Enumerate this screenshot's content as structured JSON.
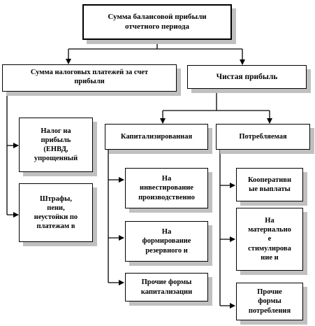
{
  "nodes": {
    "root": "Сумма балансовой прибыли\nотчетного периода",
    "taxes": "Сумма налоговых  платежей за счет\nприбыли",
    "net_profit": "Чистая прибыль",
    "tax_on_profit": "Налог на\nприбыль\n(ЕНВД,\nупрощенный",
    "fines": "Штрафы,\nпени,\nнеустойки по\nплатежам в",
    "capitalized": "Капитализированная",
    "consumed": "Потребляемая",
    "investment": "На\nинвестирование\nпроизводственно",
    "reserve": "На\nформирование\nрезервного и",
    "other_cap": "Прочие формы\nкапитализации",
    "cooperative": "Кооперативн\nые выплаты",
    "material": "На\nматериально\nе\nстимулирова\nние и",
    "other_cons": "Прочие\nформы\nпотребления"
  }
}
